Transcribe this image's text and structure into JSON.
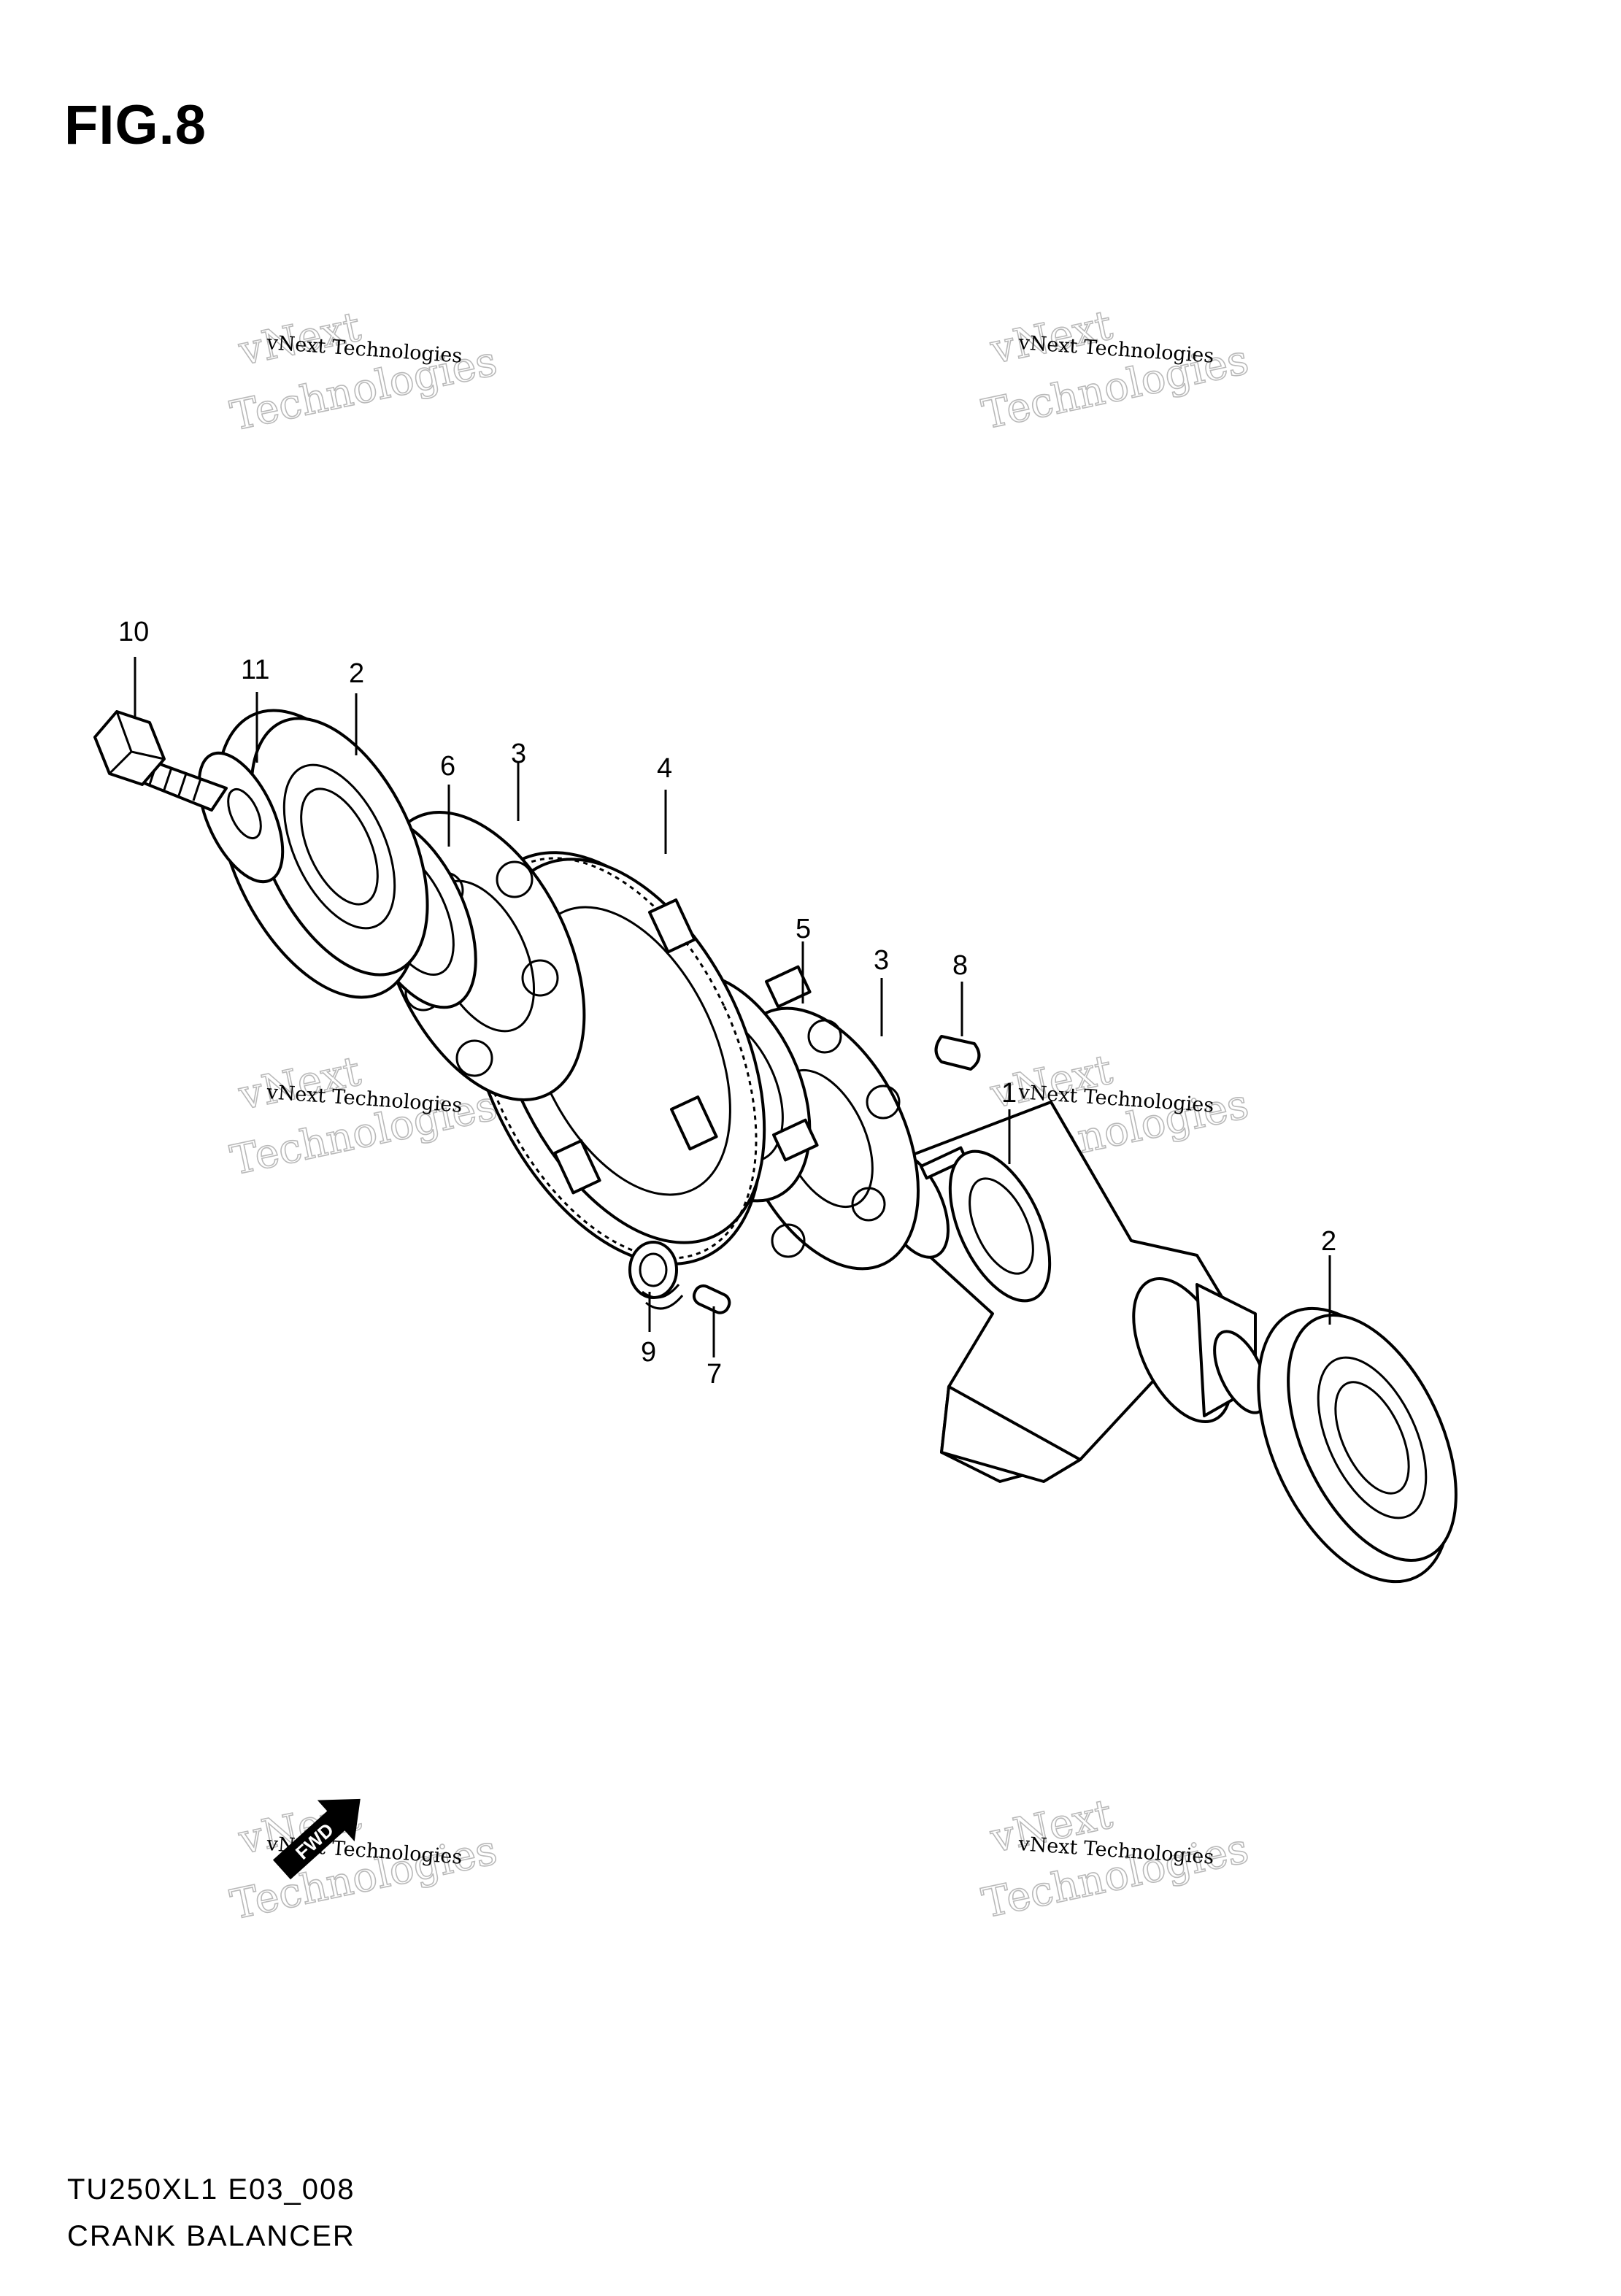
{
  "figure": {
    "label": "FIG.8"
  },
  "footer": {
    "code": "TU250XL1 E03_008",
    "name": "CRANK BALANCER"
  },
  "watermark": {
    "line1": "vNext Technologies",
    "line2": "vNext",
    "line3": "Technologies"
  },
  "fwd_arrow": {
    "label": "FWD"
  },
  "callouts": {
    "c10": "10",
    "c11": "11",
    "c2a": "2",
    "c6": "6",
    "c3a": "3",
    "c4": "4",
    "c5": "5",
    "c3b": "3",
    "c8": "8",
    "c1": "1",
    "c2b": "2",
    "c9": "9",
    "c7": "7"
  }
}
